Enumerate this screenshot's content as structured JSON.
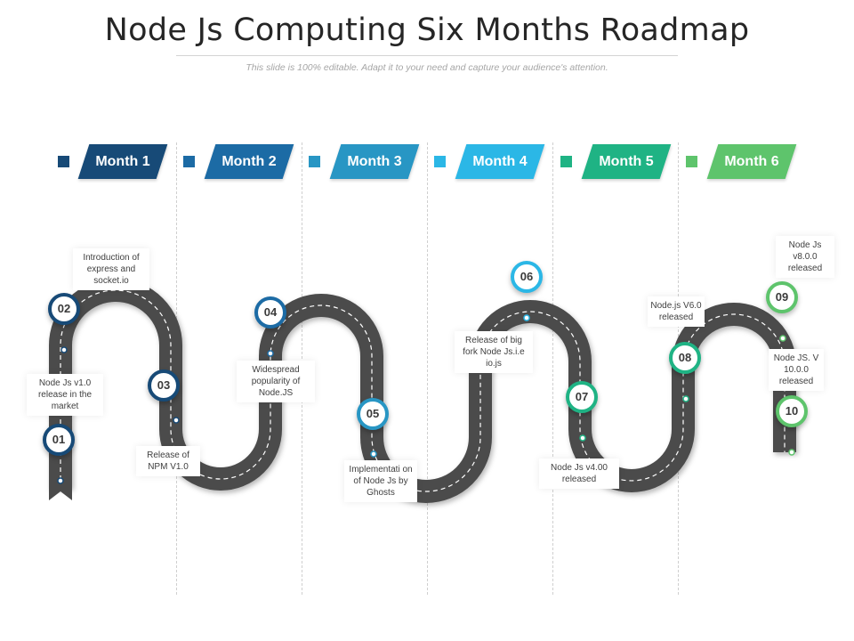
{
  "title": "Node Js Computing Six Months Roadmap",
  "subtitle": "This slide is 100% editable. Adapt it to your need and capture your audience's attention.",
  "months": [
    {
      "label": "Month 1",
      "color": "#174a77"
    },
    {
      "label": "Month 2",
      "color": "#1c6ba5"
    },
    {
      "label": "Month 3",
      "color": "#2896c4"
    },
    {
      "label": "Month 4",
      "color": "#2bb7e6"
    },
    {
      "label": "Month 5",
      "color": "#1fb384"
    },
    {
      "label": "Month 6",
      "color": "#5ec46c"
    }
  ],
  "milestones": [
    {
      "number": "01",
      "text": "Node Js v1.0 release in the market",
      "color": "#174a77"
    },
    {
      "number": "02",
      "text": "Introduction of express and socket.io",
      "color": "#174a77"
    },
    {
      "number": "03",
      "text": "Release of NPM V1.0",
      "color": "#174a77"
    },
    {
      "number": "04",
      "text": "Widespread popularity of Node.JS",
      "color": "#1c6ba5"
    },
    {
      "number": "05",
      "text": "Implementati on of Node Js by Ghosts",
      "color": "#2896c4"
    },
    {
      "number": "06",
      "text": "Release of big fork Node Js.i.e io.js",
      "color": "#2bb7e6"
    },
    {
      "number": "07",
      "text": "Node Js v4.00 released",
      "color": "#1fb384"
    },
    {
      "number": "08",
      "text": "Node.js V6.0 released",
      "color": "#1fb384"
    },
    {
      "number": "09",
      "text": "Node Js v8.0.0 released",
      "color": "#5ec46c"
    },
    {
      "number": "10",
      "text": "Node JS. V 10.0.0 released",
      "color": "#5ec46c"
    }
  ]
}
